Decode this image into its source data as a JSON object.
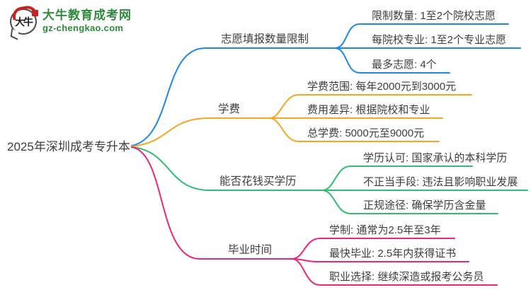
{
  "page": {
    "background": "#ffffff",
    "text_color": "#3d3d3d"
  },
  "logo": {
    "icon": "dainiu-speech-bubble-icon",
    "icon_text": "大牛",
    "title": "大牛教育成考网",
    "subtitle": "gz-chengkao.com",
    "brand_green": "#2e8b3c",
    "accent_red": "#cf2020"
  },
  "mindmap": {
    "root": {
      "label": "2025年深圳成考专升本"
    },
    "branches": [
      {
        "label": "志愿填报数量限制",
        "color": "#1e88e8",
        "children": [
          "限制数量: 1至2个院校志愿",
          "每院校专业: 1至2个专业志愿",
          "最多志愿: 4个"
        ]
      },
      {
        "label": "学费",
        "color": "#f5a623",
        "children": [
          "学费范围: 每年2000元到3000元",
          "费用差异: 根据院校和专业",
          "总学费: 5000元至9000元"
        ]
      },
      {
        "label": "能否花钱买学历",
        "color": "#2ebd72",
        "children": [
          "学历认可: 国家承认的本科学历",
          "不正当手段: 违法且影响职业发展",
          "正规途径: 确保学历含金量"
        ]
      },
      {
        "label": "毕业时间",
        "color": "#f1247c",
        "children": [
          "学制: 通常为2.5年至3年",
          "最快毕业: 2.5年内获得证书",
          "职业选择: 继续深造或报考公务员"
        ]
      }
    ]
  }
}
